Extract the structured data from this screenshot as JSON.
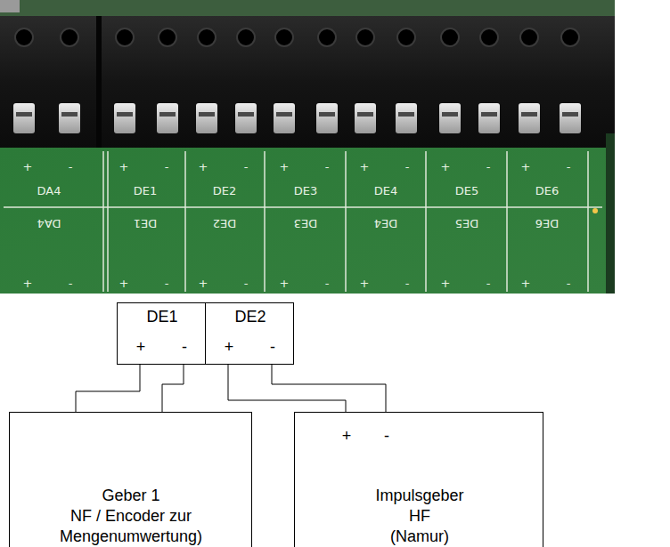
{
  "diagram": {
    "nodes": [
      {
        "text": [
          "DE1",
          "+",
          "-"
        ]
      },
      {
        "text": [
          "DE2",
          "+",
          "-"
        ]
      },
      {
        "text": [
          "Geber 1",
          "NF / Encoder zur",
          "Mengenumwertung)"
        ]
      },
      {
        "text": [
          "+",
          "-",
          "Impulsgeber",
          "HF",
          "(Namur)"
        ]
      }
    ],
    "edges": [
      {
        "from": 0,
        "to": 2,
        "arrow": "none"
      },
      {
        "from": 0,
        "to": 2,
        "arrow": "none"
      },
      {
        "from": 1,
        "to": 3,
        "arrow": "none"
      },
      {
        "from": 1,
        "to": 3,
        "arrow": "none"
      }
    ],
    "labels": [
      "+",
      "-",
      "DA4",
      "DA4",
      "+",
      "-",
      "+",
      "-",
      "DE1",
      "DE1",
      "+",
      "-",
      "+",
      "-",
      "DE2",
      "DE2",
      "+",
      "-",
      "+",
      "-",
      "DE3",
      "DE3",
      "+",
      "-",
      "+",
      "-",
      "DE4",
      "DE4",
      "+",
      "-",
      "+",
      "-",
      "DE5",
      "DE5",
      "+",
      "-",
      "+",
      "-",
      "DE6",
      "DE6",
      "+",
      "-"
    ]
  }
}
